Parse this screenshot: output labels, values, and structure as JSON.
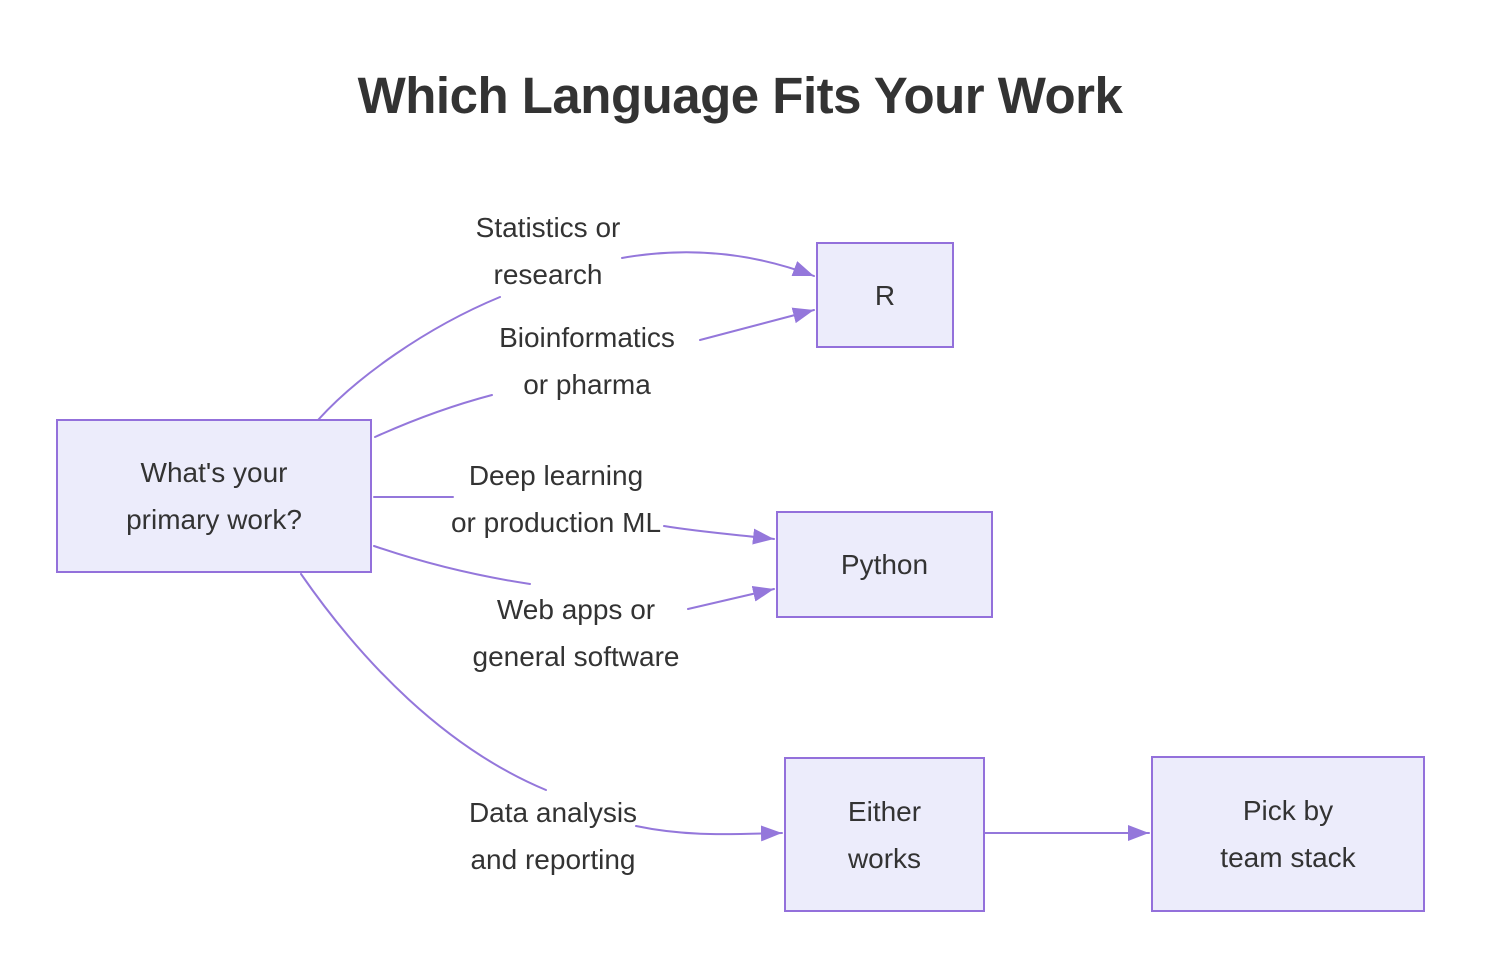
{
  "title": "Which Language Fits Your Work",
  "colors": {
    "background": "#FFFFFF",
    "node_fill": "#ECECFB",
    "node_border": "#9370DB",
    "edge": "#9477DB",
    "text": "#333333"
  },
  "diagram": {
    "type": "flowchart",
    "nodes": [
      {
        "id": "question",
        "lines": [
          "What's your",
          "primary work?"
        ]
      },
      {
        "id": "r",
        "lines": [
          "R"
        ]
      },
      {
        "id": "python",
        "lines": [
          "Python"
        ]
      },
      {
        "id": "either-works",
        "lines": [
          "Either",
          "works"
        ]
      },
      {
        "id": "pick-by-team-stack",
        "lines": [
          "Pick by",
          "team stack"
        ]
      }
    ],
    "edges": [
      {
        "from": "question",
        "to": "r",
        "label_lines": [
          "Statistics or",
          "research"
        ]
      },
      {
        "from": "question",
        "to": "r",
        "label_lines": [
          "Bioinformatics",
          "or pharma"
        ]
      },
      {
        "from": "question",
        "to": "python",
        "label_lines": [
          "Deep learning",
          "or production ML"
        ]
      },
      {
        "from": "question",
        "to": "python",
        "label_lines": [
          "Web apps or",
          "general software"
        ]
      },
      {
        "from": "question",
        "to": "either-works",
        "label_lines": [
          "Data analysis",
          "and reporting"
        ]
      },
      {
        "from": "either-works",
        "to": "pick-by-team-stack",
        "label_lines": []
      }
    ]
  }
}
